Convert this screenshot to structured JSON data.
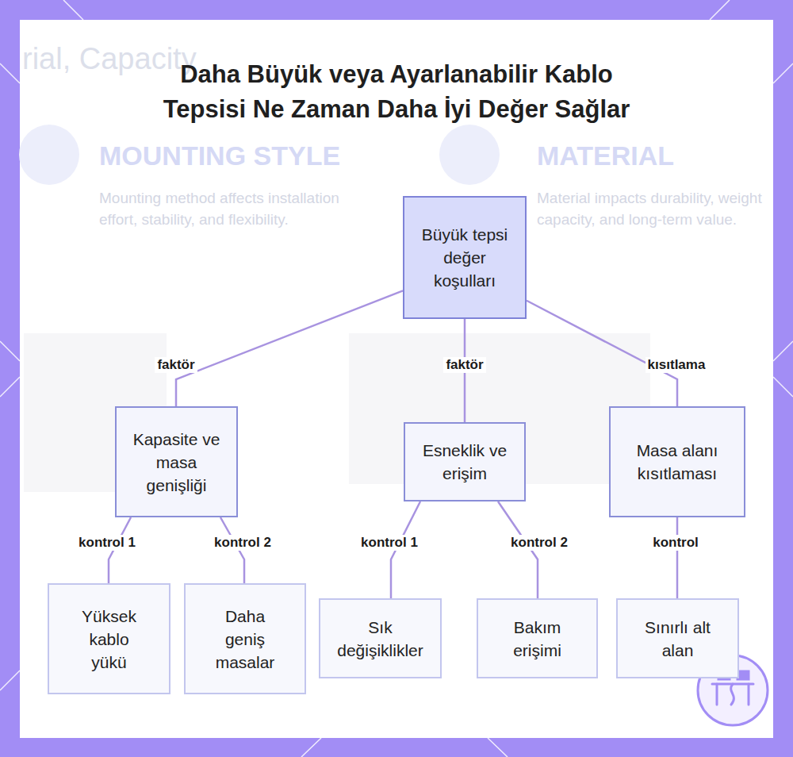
{
  "diagram": {
    "title": "Daha Büyük veya Ayarlanabilir Kablo Tepsisi Ne Zaman Daha İyi Değer Sağlar",
    "nodes": [
      {
        "text": [
          "Büyük tepsi değer koşulları"
        ]
      },
      {
        "text": [
          "Kapasite ve masa genişliği"
        ]
      },
      {
        "text": [
          "Esneklik ve erişim"
        ]
      },
      {
        "text": [
          "Masa alanı kısıtlaması"
        ]
      },
      {
        "text": [
          "Yüksek kablo yükü"
        ]
      },
      {
        "text": [
          "Daha geniş masalar"
        ]
      },
      {
        "text": [
          "Sık değişiklikler"
        ]
      },
      {
        "text": [
          "Bakım erişimi"
        ]
      },
      {
        "text": [
          "Sınırlı alt alan"
        ]
      }
    ],
    "edges": [
      {
        "from": 0,
        "to": 1,
        "label": "faktör",
        "arrow": "none"
      },
      {
        "from": 0,
        "to": 2,
        "label": "faktör",
        "arrow": "none"
      },
      {
        "from": 0,
        "to": 3,
        "label": "kısıtlama",
        "arrow": "none"
      },
      {
        "from": 1,
        "to": 4,
        "label": "kontrol 1",
        "arrow": "none"
      },
      {
        "from": 1,
        "to": 5,
        "label": "kontrol 2",
        "arrow": "none"
      },
      {
        "from": 2,
        "to": 6,
        "label": "kontrol 1",
        "arrow": "none"
      },
      {
        "from": 2,
        "to": 7,
        "label": "kontrol 2",
        "arrow": "none"
      },
      {
        "from": 3,
        "to": 8,
        "label": "kontrol",
        "arrow": "none"
      }
    ],
    "labels": [
      "rial, Capacity",
      "MOUNTING STYLE",
      "MATERIAL",
      "Mounting method affects installation effort, stability, and flexibility.",
      "Material impacts durability, weight capacity, and long-term value."
    ]
  }
}
